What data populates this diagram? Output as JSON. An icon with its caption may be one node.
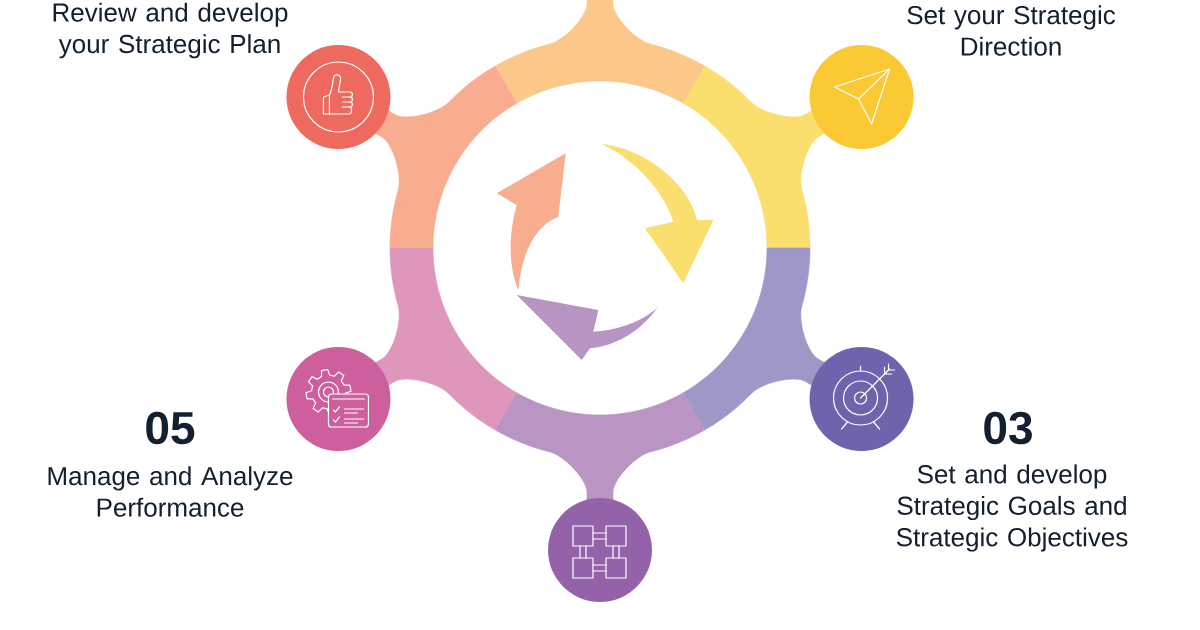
{
  "diagram": {
    "nodes": [
      {
        "text": [],
        "shape": "circle",
        "beside": [
          "Review and develop your Strategic Plan"
        ]
      },
      {
        "text": [],
        "shape": "circle",
        "beside": [
          "Set your Strategic Direction"
        ]
      },
      {
        "text": [],
        "shape": "circle",
        "beside": [
          "05",
          "Manage and Analyze Performance"
        ]
      },
      {
        "text": [],
        "shape": "circle",
        "beside": [
          "03",
          "Set and develop Strategic Goals and Strategic Objectives"
        ]
      },
      {
        "text": [],
        "shape": "circle"
      }
    ]
  }
}
